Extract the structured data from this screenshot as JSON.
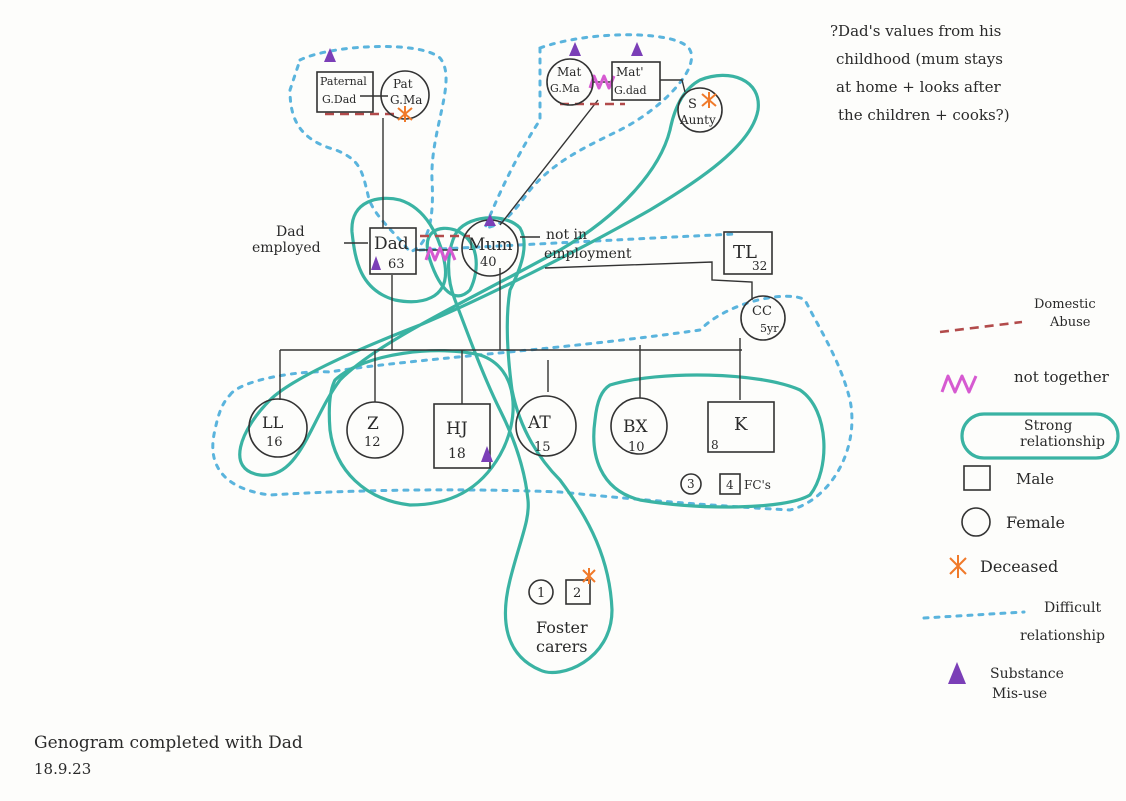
{
  "note": {
    "line1": "?Dad's values from his",
    "line2": "childhood (mum stays",
    "line3": "at home + looks after",
    "line4": "the children + cooks?)"
  },
  "people": {
    "pgd": {
      "l1": "Paternal",
      "l2": "G.Dad"
    },
    "pgm": {
      "l1": "Pat",
      "l2": "G.Ma"
    },
    "mgm": {
      "l1": "Mat",
      "l2": "G.Ma"
    },
    "mgd": {
      "l1": "Mat'",
      "l2": "G.dad"
    },
    "aunty": {
      "l1": "S",
      "l2": "Aunty"
    },
    "dad": {
      "l1": "Dad",
      "l2": "63"
    },
    "mum": {
      "l1": "Mum",
      "l2": "40"
    },
    "tl": {
      "l1": "TL",
      "l2": "32"
    },
    "cc": {
      "l1": "CC",
      "l2": "5yr"
    },
    "ll": {
      "l1": "LL",
      "l2": "16"
    },
    "z": {
      "l1": "Z",
      "l2": "12"
    },
    "hj": {
      "l1": "HJ",
      "l2": "18"
    },
    "at": {
      "l1": "AT",
      "l2": "15"
    },
    "bx": {
      "l1": "BX",
      "l2": "10"
    },
    "k": {
      "l1": "K",
      "l2": "8"
    },
    "fc1": {
      "l1": "1"
    },
    "fc2": {
      "l1": "2"
    },
    "fcs3": {
      "l1": "3"
    },
    "fcs4": {
      "l1": "4"
    }
  },
  "labels": {
    "dad_employed_1": "Dad",
    "dad_employed_2": "employed",
    "not_in_1": "not in",
    "not_in_2": "employment",
    "fcs": "FC's",
    "foster_1": "Foster",
    "foster_2": "carers"
  },
  "legend": {
    "abuse_1": "Domestic",
    "abuse_2": "Abuse",
    "not_together": "not together",
    "strong_1": "Strong",
    "strong_2": "relationship",
    "male": "Male",
    "female": "Female",
    "deceased": "Deceased",
    "difficult_1": "Difficult",
    "difficult_2": "relationship",
    "substance_1": "Substance",
    "substance_2": "Mis-use"
  },
  "footer": {
    "line1": "Genogram completed with Dad",
    "line2": "18.9.23"
  },
  "colors": {
    "strong": "#3ab3a3",
    "difficult": "#5ab4dd",
    "abuse": "#b24b4b",
    "not_together": "#d65ad1",
    "substance": "#7b3fb7",
    "deceased": "#f07a2a"
  }
}
